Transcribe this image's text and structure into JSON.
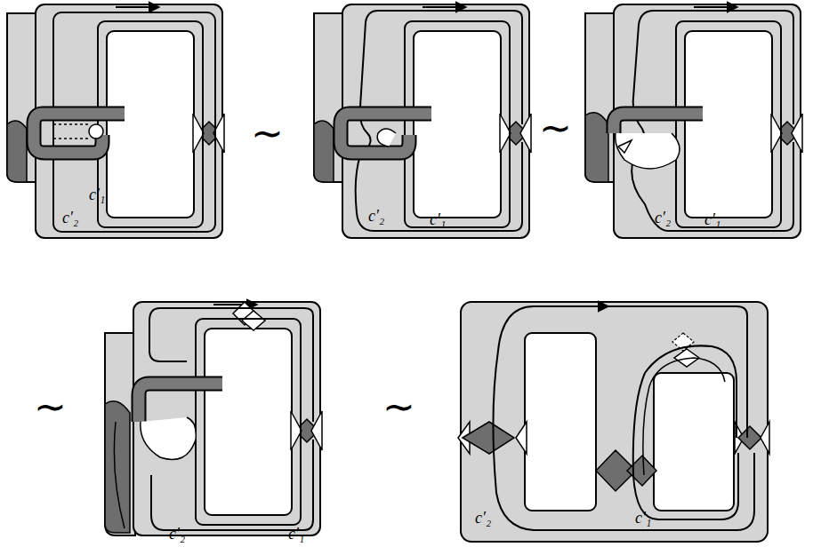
{
  "diagram": {
    "labels": [
      "c′₁",
      "c′₂",
      "∼",
      "c′₂",
      "c′₁",
      "∼",
      "c′₂",
      "c′₁",
      "∼",
      "c′₂",
      "c′₁",
      "∼",
      "c′₂",
      "c′₁"
    ]
  }
}
